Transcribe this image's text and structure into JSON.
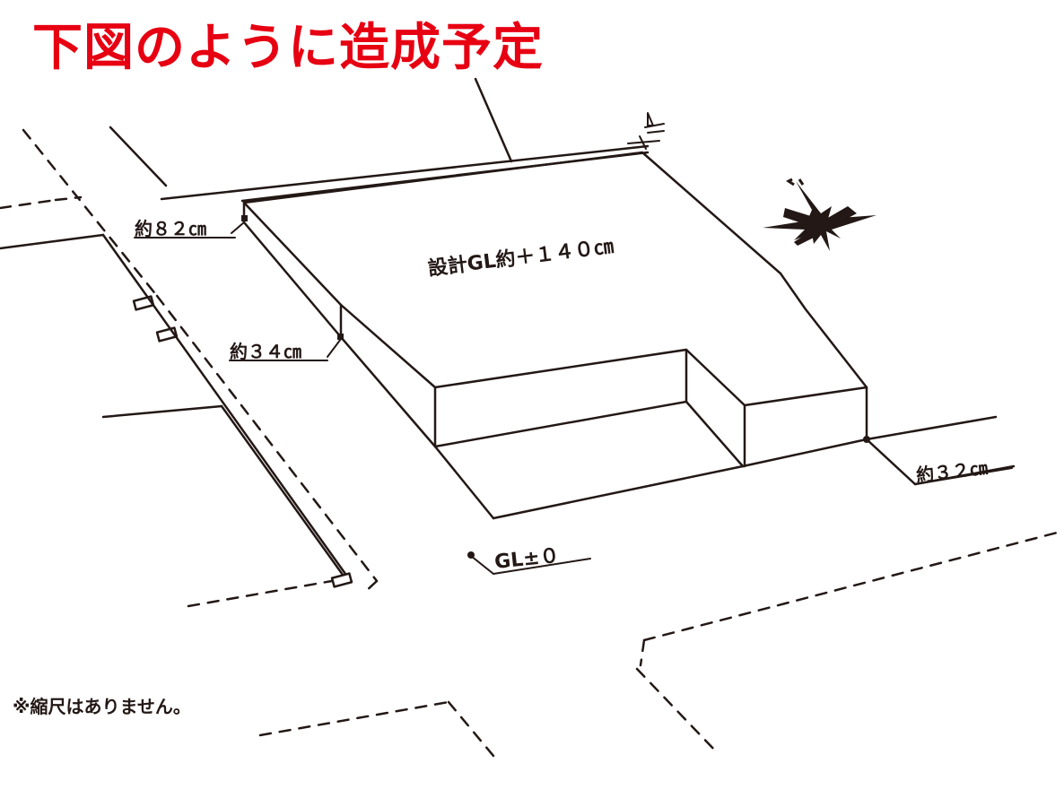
{
  "title": "下図のように造成予定",
  "colors": {
    "title": "#e60012",
    "ink": "#231815",
    "background": "#ffffff"
  },
  "labels": {
    "design_gl": "設計GL約＋１４０㎝",
    "height_left_top": "約８２㎝",
    "height_left_mid": "約３４㎝",
    "height_right": "約３２㎝",
    "ground_level": "GL±０"
  },
  "note": "※縮尺はありません。",
  "icons": {
    "compass": "north-arrow-compass-icon"
  }
}
